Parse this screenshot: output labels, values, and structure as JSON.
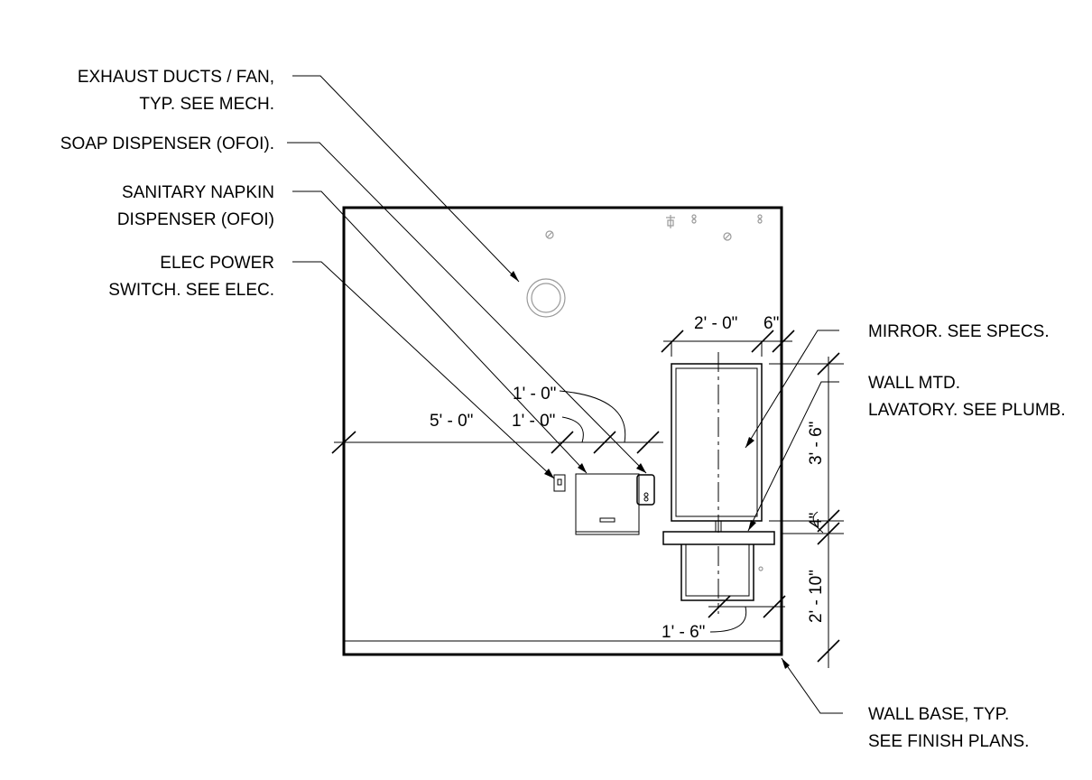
{
  "callouts_left": {
    "exhaust": [
      "EXHAUST DUCTS / FAN,",
      "TYP. SEE MECH."
    ],
    "soap": [
      "SOAP DISPENSER (OFOI)."
    ],
    "napkin": [
      "SANITARY NAPKIN",
      "DISPENSER (OFOI)"
    ],
    "elec": [
      "ELEC POWER",
      "SWITCH. SEE ELEC."
    ]
  },
  "callouts_right": {
    "mirror": [
      "MIRROR. SEE SPECS."
    ],
    "lavatory": [
      "WALL MTD.",
      "LAVATORY. SEE PLUMB."
    ],
    "wall_base": [
      "WALL BASE, TYP.",
      "SEE FINISH PLANS."
    ]
  },
  "dimensions": {
    "height_5_0": "5' - 0\"",
    "offset_1_0_lower": "1' - 0\"",
    "offset_1_0_upper": "1' - 0\"",
    "mirror_width": "2' - 0\"",
    "mirror_offset": "6\"",
    "mirror_height": "3' - 6\"",
    "gap": "4\"",
    "lav_height": "2' - 10\"",
    "lav_offset": "1' - 6\""
  }
}
